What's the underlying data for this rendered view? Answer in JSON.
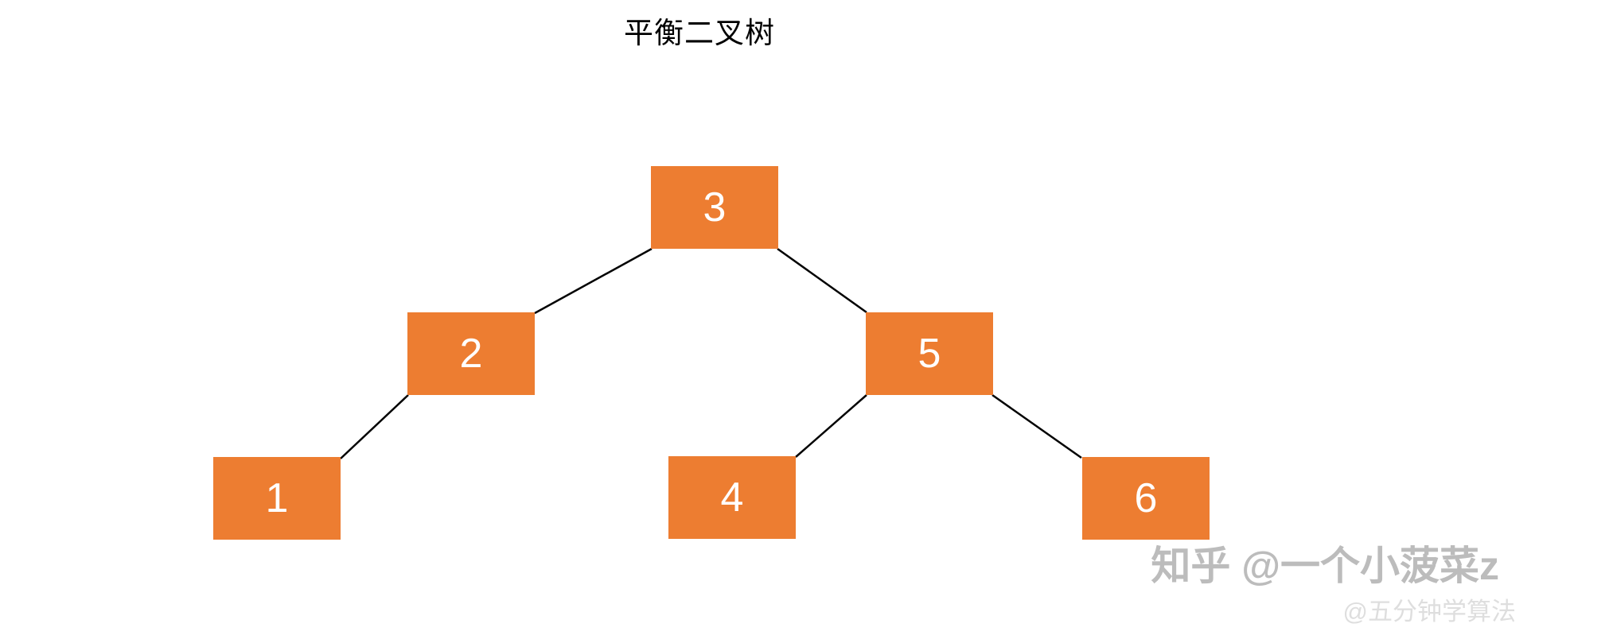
{
  "title": "平衡二叉树",
  "diagram_type": "binary-tree",
  "colors": {
    "background": "#FFFFFF",
    "node_fill": "#ED7D31",
    "node_text": "#FFFFFF",
    "edge_stroke": "#000000",
    "title_text": "#000000",
    "watermark_primary_color": "#BCBCBC",
    "watermark_secondary_color": "#DEDEDE"
  },
  "tree": {
    "nodes": [
      {
        "label": "3",
        "position": "root"
      },
      {
        "label": "2",
        "position": "left-child-of-3"
      },
      {
        "label": "5",
        "position": "right-child-of-3"
      },
      {
        "label": "1",
        "position": "left-child-of-2"
      },
      {
        "label": "4",
        "position": "left-child-of-5"
      },
      {
        "label": "6",
        "position": "right-child-of-5"
      }
    ],
    "edges": [
      {
        "from": "3",
        "to": "2"
      },
      {
        "from": "3",
        "to": "5"
      },
      {
        "from": "2",
        "to": "1"
      },
      {
        "from": "5",
        "to": "4"
      },
      {
        "from": "5",
        "to": "6"
      }
    ]
  },
  "watermark": {
    "primary": "知乎 @一个小菠菜z",
    "secondary": "@五分钟学算法"
  }
}
